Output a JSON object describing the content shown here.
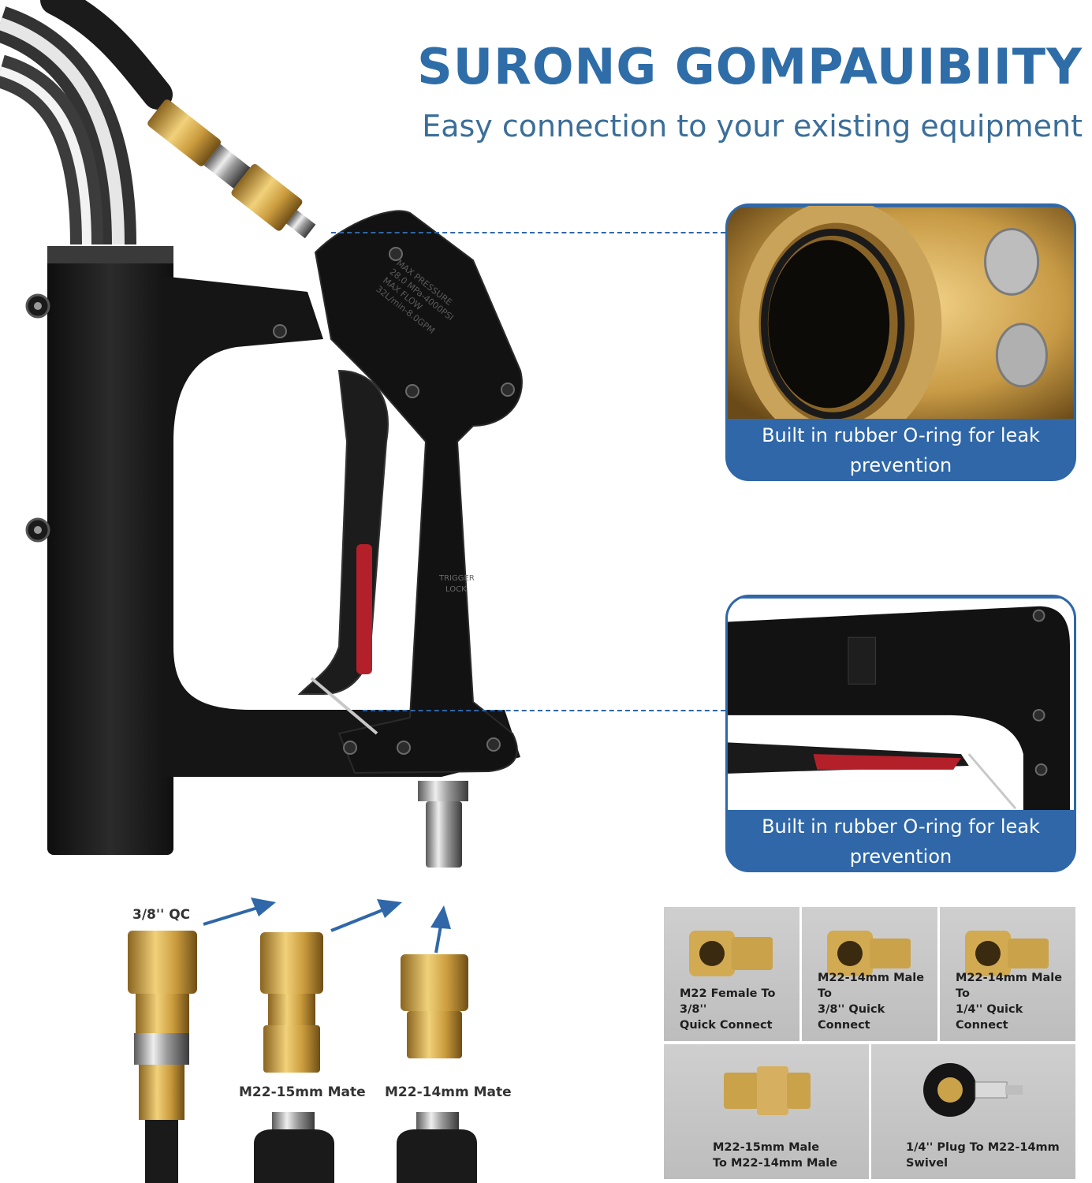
{
  "header": {
    "title": "SURONG GOMPAUIBIITY",
    "subtitle": "Easy connection to your existing equipment"
  },
  "gun": {
    "body_text_1": "MAX PRESSURE",
    "body_text_2": "28.0 MPa-4000PSI",
    "body_text_3": "MAX FLOW",
    "body_text_4": "32L/min-8.0GPM",
    "trigger_lock_1": "TRIGGER",
    "trigger_lock_2": "LOCK"
  },
  "callouts": [
    {
      "caption": "Built in rubber O-ring for leak prevention"
    },
    {
      "caption": "Built in rubber O-ring for leak prevention"
    }
  ],
  "connection_chain": {
    "qc_label": "3/8'' QC",
    "mate_15_label": "M22-15mm Mate",
    "mate_14_label": "M22-14mm Mate"
  },
  "adapters": [
    {
      "label": "M22 Female To 3/8''\nQuick Connect"
    },
    {
      "label": "M22-14mm Male To\n3/8'' Quick Connect"
    },
    {
      "label": "M22-14mm Male To\n1/4'' Quick Connect"
    },
    {
      "label": "M22-15mm Male\nTo M22-14mm Male"
    },
    {
      "label": "1/4'' Plug To M22-14mm\nSwivel"
    }
  ],
  "colors": {
    "accent": "#2e6da8",
    "callout_blue": "#2f67a8",
    "brass": "#c9a24a",
    "trigger_red": "#b3202a",
    "panel_gray": "#c6c6c6"
  }
}
